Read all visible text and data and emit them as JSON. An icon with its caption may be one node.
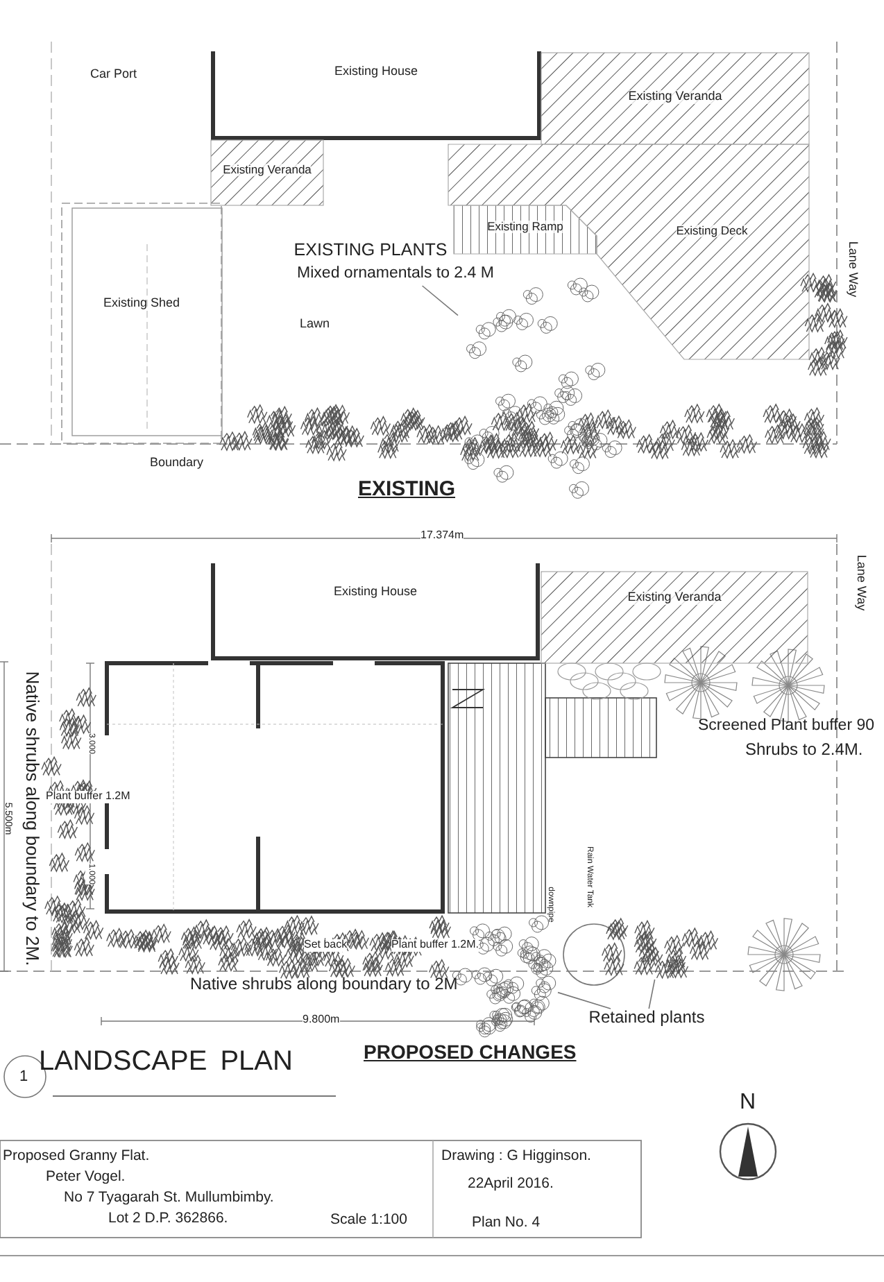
{
  "diagram": {
    "nodes": [
      {
        "text": [
          "Existing House"
        ]
      },
      {
        "text": [
          "Existing Veranda"
        ]
      },
      {
        "text": [
          "Existing Veranda"
        ]
      },
      {
        "text": [
          "Existing Ramp"
        ]
      },
      {
        "text": [
          "Existing Deck"
        ]
      },
      {
        "text": [
          "Existing Shed"
        ]
      },
      {
        "text": [
          "EXISTING  PLANTS",
          "Mixed ornamentals to 2.4 M"
        ]
      },
      {
        "text": [],
        "shape": "picture"
      },
      {
        "text": [
          "Existing House"
        ]
      },
      {
        "text": [
          "Existing Veranda"
        ]
      },
      {
        "text": [
          "Retained plants"
        ]
      },
      {
        "text": [],
        "shape": "picture"
      },
      {
        "text": [],
        "shape": "picture"
      }
    ],
    "edges": [
      {
        "from": 6,
        "to": 7,
        "arrow": "none"
      },
      {
        "from": 10,
        "to": 11,
        "arrow": "none"
      },
      {
        "from": 10,
        "to": 12,
        "arrow": "none"
      }
    ],
    "labels": [
      "Car Port",
      "Lawn",
      "Boundary",
      "Lane Way",
      "EXISTING",
      "17.374m",
      "Lane Way",
      "Native shrubs along boundary to 2M.",
      "5.500m",
      "Plant buffer 1.2M",
      "3.000",
      "1.000",
      "Screened Plant buffer 90",
      "Shrubs to 2.4M.",
      "Set back",
      "Plant buffer 1.2M.",
      "Native shrubs along boundary to 2M",
      "downpipe",
      "Rain Water Tank",
      "9.800m",
      "1",
      "LANDSCAPE  PLAN",
      "PROPOSED CHANGES",
      "N",
      "Proposed Granny Flat.",
      "Peter Vogel.",
      "No 7 Tyagarah St. Mullumbimby.",
      "Lot 2 D.P. 362866.",
      "Scale 1:100",
      "Drawing : G Higginson.",
      "22April 2016.",
      "Plan No. 4"
    ]
  }
}
